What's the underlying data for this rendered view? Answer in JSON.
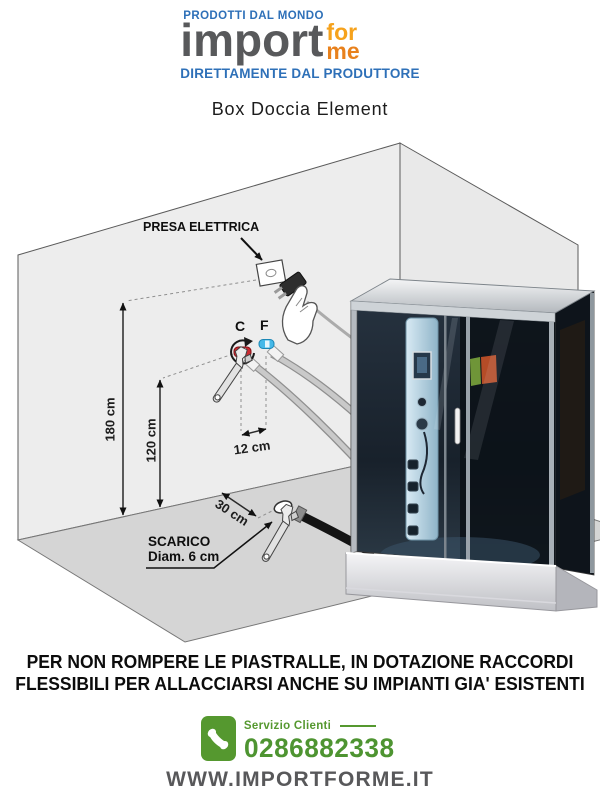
{
  "brand": {
    "tagline_top": "PRODOTTI DAL MONDO",
    "name_main": "import",
    "accent_top": "for",
    "accent_bottom": "me",
    "tagline_bottom": "DIRETTAMENTE DAL PRODUTTORE",
    "colors": {
      "blue": "#2e70b8",
      "gray": "#58595b",
      "orange_top": "#f6a21c",
      "orange_bottom": "#e8811c"
    }
  },
  "title": "Box Doccia Element",
  "diagram": {
    "labels": {
      "outlet": "PRESA ELETTRICA",
      "hot": "C",
      "cold": "F",
      "height_outlet": "180 cm",
      "height_fittings": "120 cm",
      "fitting_spacing": "12 cm",
      "drain_distance": "30 cm",
      "drain_line1": "SCARICO",
      "drain_line2": "Diam. 6 cm"
    },
    "colors": {
      "hot_fitting": "#cc2b31",
      "cold_fitting": "#45b8e8",
      "wall": "#ededed",
      "floor": "#d5d5d5"
    }
  },
  "note": {
    "line1": "PER NON ROMPERE LE PIASTRALLE, IN DOTAZIONE RACCORDI",
    "line2": "FLESSIBILI PER ALLACCIARSI ANCHE SU IMPIANTI GIA' ESISTENTI"
  },
  "footer": {
    "service_label": "Servizio Clienti",
    "phone": "0286882338",
    "website": "WWW.IMPORTFORME.IT",
    "green": "#55982f"
  }
}
